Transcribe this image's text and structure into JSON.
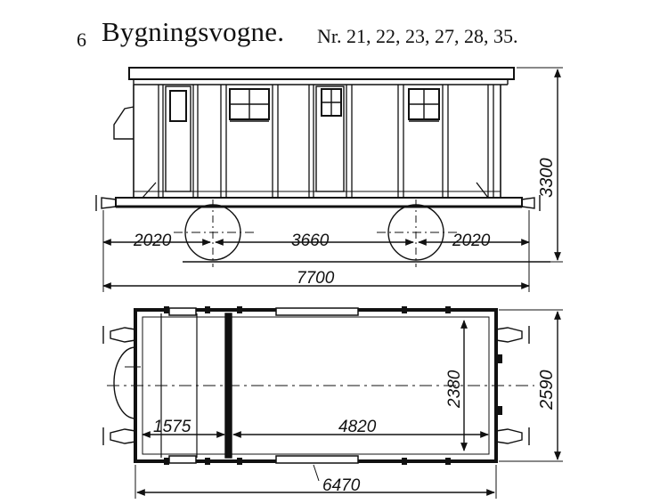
{
  "header": {
    "page_number": "6",
    "title": "Bygningsvogne.",
    "numbers": "Nr. 21, 22, 23, 27, 28, 35."
  },
  "side_view": {
    "dim_left": "2020",
    "dim_middle": "3660",
    "dim_right": "2020",
    "dim_overall": "7700",
    "dim_height": "3300"
  },
  "plan_view": {
    "dim_cabin": "1575",
    "dim_hold": "4820",
    "dim_inner_width": "2380",
    "dim_outer_width": "2590",
    "dim_body_length": "6470"
  },
  "colors": {
    "ink": "#111111",
    "paper": "#ffffff"
  }
}
